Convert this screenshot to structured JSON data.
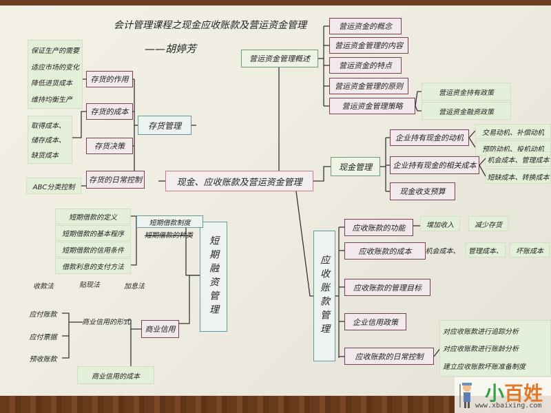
{
  "title": "会计管理课程之现金应收账款及营运资金管理",
  "author": "——胡婷芳",
  "center": "现金、应收账款及营运资金管理",
  "overview": {
    "label": "营运资金管理概述",
    "items": [
      "营运资金的概念",
      "营运资金管理的内容",
      "营运资金的特点",
      "营运资金管理的原则",
      "营运资金管理策略"
    ],
    "strategy_items": [
      "营运资金持有政策",
      "营运资金融资政策"
    ]
  },
  "cash": {
    "label": "现金管理",
    "items": [
      "企业持有现金的动机",
      "企业持有现金的相关成本",
      "现金收支预算"
    ],
    "motives": [
      "交易动机、补偿动机",
      "预防动机、投机动机"
    ],
    "costs": [
      "机会成本、管理成本",
      "短缺成本、转换成本"
    ]
  },
  "receivables": {
    "label": "应收账款管理",
    "items": [
      "应收账款的功能",
      "应收账款的成本",
      "应收账款的管理目标",
      "企业信用政策",
      "应收账款的日常控制"
    ],
    "functions": [
      "增加收入",
      "减少存货"
    ],
    "costs": [
      "机会成本、",
      "管理成本、",
      "坏账成本"
    ],
    "controls": [
      "对应收账款进行追踪分析",
      "对应收账款进行账龄分析",
      "建立应收账款坏账准备制度"
    ]
  },
  "inventory": {
    "label": "存货管理",
    "items": [
      "存货的作用",
      "存货的成本",
      "存货决策",
      "存货的日常控制"
    ],
    "functions": [
      "保证生产的需要",
      "适应市场的变化",
      "降低进货成本",
      "维持均衡生产"
    ],
    "costs": [
      "取得成本、",
      "储存成本、",
      "缺货成本"
    ],
    "control": "ABC分类控制"
  },
  "short_term": {
    "label": "短期融资管理",
    "loan_label": "短期借款制度",
    "loan_crossed": "短期借款的种类",
    "loan_items": [
      "短期借款的定义",
      "短期借款的基本程序",
      "短期借款的信用条件",
      "借款利息的支付方法"
    ],
    "interest_methods": [
      "收款法",
      "贴现法",
      "加息法"
    ],
    "credit_label": "商业信用",
    "credit_form": "商业信用的形式",
    "credit_forms": [
      "应付账款",
      "应付票据",
      "预收账款"
    ],
    "credit_cost": "商业信用的成本"
  },
  "watermark": {
    "logo": "小百姓",
    "url": "www.xbaixing.com"
  }
}
